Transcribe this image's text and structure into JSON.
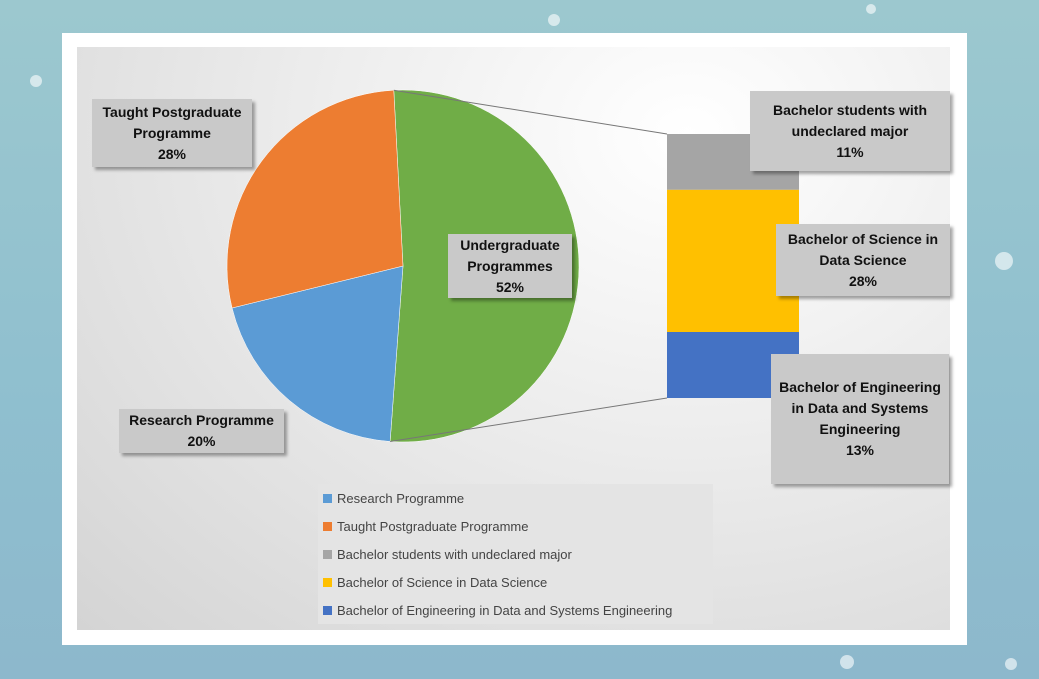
{
  "chart_data": {
    "type": "pie",
    "subtype": "bar-of-pie",
    "slices": [
      {
        "name": "Research Programme",
        "value": 20,
        "label": "Research Programme",
        "pct": "20%",
        "color": "#5b9bd5"
      },
      {
        "name": "Taught Postgraduate Programme",
        "value": 28,
        "label": "Taught Postgraduate Programme",
        "pct": "28%",
        "color": "#ed7d31"
      },
      {
        "name": "Undergraduate Programmes",
        "value": 52,
        "label": "Undergraduate Programmes",
        "pct": "52%",
        "color": "#70ad47"
      }
    ],
    "bar": [
      {
        "name": "Bachelor students with undeclared major",
        "value": 11,
        "pct": "11%",
        "color": "#a5a5a5"
      },
      {
        "name": "Bachelor of Science in Data Science",
        "value": 28,
        "pct": "28%",
        "color": "#ffc000"
      },
      {
        "name": "Bachelor of Engineering in Data and Systems Engineering",
        "value": 13,
        "pct": "13%",
        "color": "#4472c4"
      }
    ],
    "legend": [
      "Research Programme",
      "Taught Postgraduate Programme",
      "Bachelor students with undeclared major",
      "Bachelor of Science in Data Science",
      "Bachelor of Engineering in Data and Systems Engineering"
    ],
    "legend_position": "bottom"
  }
}
